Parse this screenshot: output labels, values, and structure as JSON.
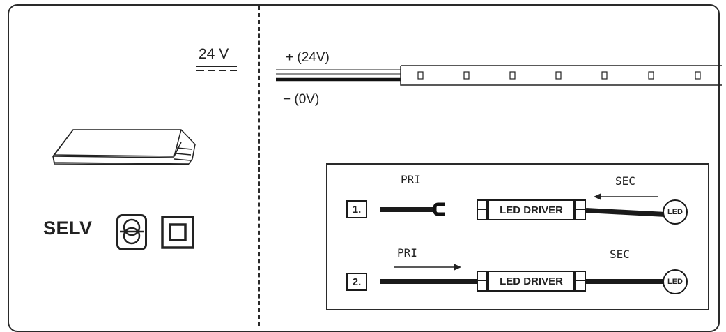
{
  "left_panel": {
    "voltage": "24 V",
    "selv": "SELV"
  },
  "strip": {
    "plus_label": "+ (24V)",
    "minus_label": "− (0V)"
  },
  "inset": {
    "row1": {
      "step": "1.",
      "pri": "PRI",
      "sec": "SEC",
      "driver": "LED DRIVER",
      "led": "LED"
    },
    "row2": {
      "step": "2.",
      "pri": "PRI",
      "sec": "SEC",
      "driver": "LED DRIVER",
      "led": "LED"
    }
  }
}
